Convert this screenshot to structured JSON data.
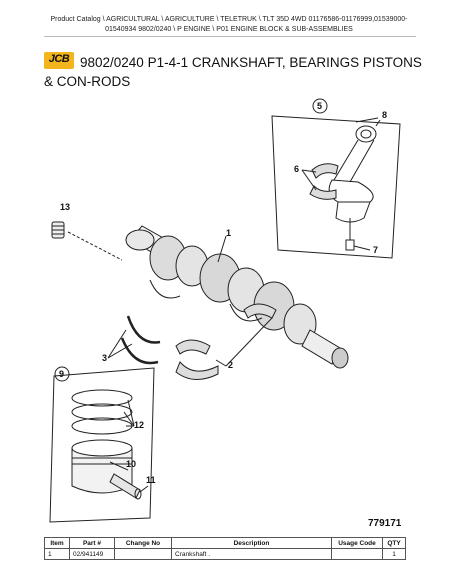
{
  "breadcrumb": {
    "line1": "Product Catalog \\ AGRICULTURAL \\ AGRICULTURE \\ TELETRUK \\ TLT 35D 4WD 01176586-01176999,01539000-",
    "line2": "01540934 9802/0240 \\ P ENGINE \\ P01 ENGINE BLOCK & SUB-ASSEMBLIES"
  },
  "logo": {
    "text": "JCB",
    "color": "#f2b51c"
  },
  "title": "9802/0240 P1-4-1 CRANKSHAFT, BEARINGS PISTONS & CON-RODS",
  "figure": {
    "number": "779171",
    "callouts": {
      "c1": "1",
      "c2": "2",
      "c3": "3",
      "c5": "5",
      "c6": "6",
      "c7": "7",
      "c8": "8",
      "c9": "9",
      "c10": "10",
      "c11": "11",
      "c12": "12",
      "c13": "13"
    }
  },
  "table": {
    "headers": {
      "item": "Item",
      "part": "Part #",
      "change": "Change No",
      "description": "Description",
      "usage": "Usage Code",
      "qty": "QTY"
    },
    "rows": [
      {
        "item": "1",
        "part": "02/941149",
        "change": "",
        "description": "Crankshaft .",
        "usage": "",
        "qty": "1"
      }
    ]
  }
}
